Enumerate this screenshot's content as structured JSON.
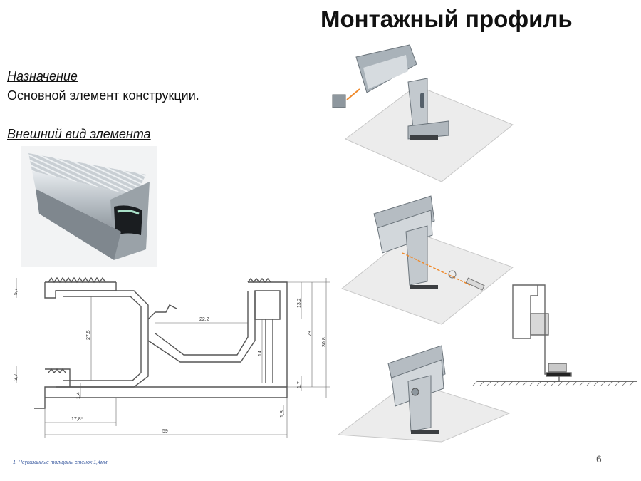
{
  "slide": {
    "title": "Монтажный профиль",
    "purpose_heading": "Назначение",
    "purpose_text": "Основной элемент конструкции.",
    "appearance_heading": "Внешний вид элемента",
    "page_number": "6",
    "footnote": "1. Неуказанные толщины стенок 1,4мм."
  },
  "drawing": {
    "dimensions": [
      "5,7",
      "3,7",
      "27,5",
      "22,2",
      "1,4",
      "17,8*",
      "59",
      "13,2",
      "28",
      "30,8",
      "14",
      "1,7",
      "1,8"
    ]
  }
}
